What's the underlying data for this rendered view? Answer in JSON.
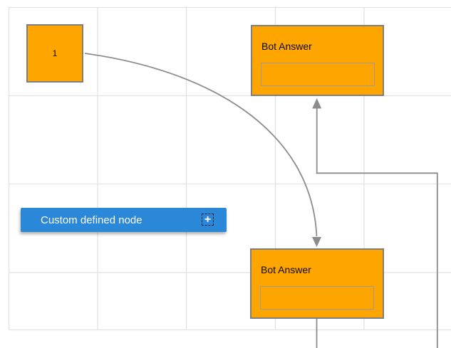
{
  "nodes": {
    "start": {
      "label": "1",
      "fill": "#ffa500",
      "border": "#7f7f7f"
    },
    "bot_answer_top": {
      "title": "Bot Answer",
      "fill": "#ffa500",
      "border": "#7f7f7f"
    },
    "bot_answer_bottom": {
      "title": "Bot Answer",
      "fill": "#ffa500",
      "border": "#7f7f7f"
    },
    "custom": {
      "label": "Custom defined node",
      "fill": "#2b87d8",
      "text_color": "#ffffff"
    }
  },
  "icons": {
    "plus": "+"
  },
  "connections": [
    {
      "from": "start",
      "to": "bot_answer_bottom",
      "style": "curved",
      "arrow": "down"
    },
    {
      "from": "offscreen-bottom",
      "to": "bot_answer_top",
      "style": "orthogonal",
      "arrow": "up"
    },
    {
      "from": "bot_answer_bottom",
      "to": "offscreen-bottom",
      "style": "straight",
      "arrow": "none"
    }
  ],
  "canvas": {
    "background": "#ffffff",
    "grid_color": "#e2e2e2",
    "connector_color": "#8c8c8c"
  }
}
